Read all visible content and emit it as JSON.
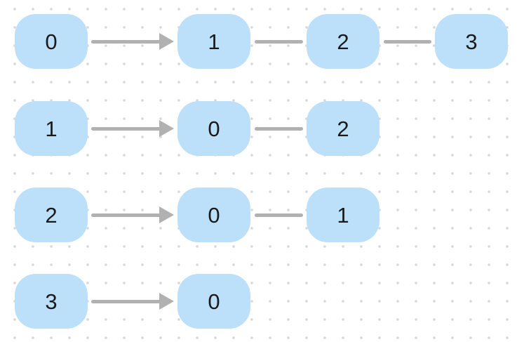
{
  "diagram": {
    "kind": "adjacency-list",
    "rows": [
      {
        "source": "0",
        "neighbors": [
          "1",
          "2",
          "3"
        ]
      },
      {
        "source": "1",
        "neighbors": [
          "0",
          "2"
        ]
      },
      {
        "source": "2",
        "neighbors": [
          "0",
          "1"
        ]
      },
      {
        "source": "3",
        "neighbors": [
          "0"
        ]
      }
    ]
  },
  "colors": {
    "background": "#ffffff",
    "dot_grid": "#d6d6d6",
    "node_fill": "#bde0fa",
    "node_text": "#1a1a1a",
    "edge": "#b1b1b1"
  }
}
